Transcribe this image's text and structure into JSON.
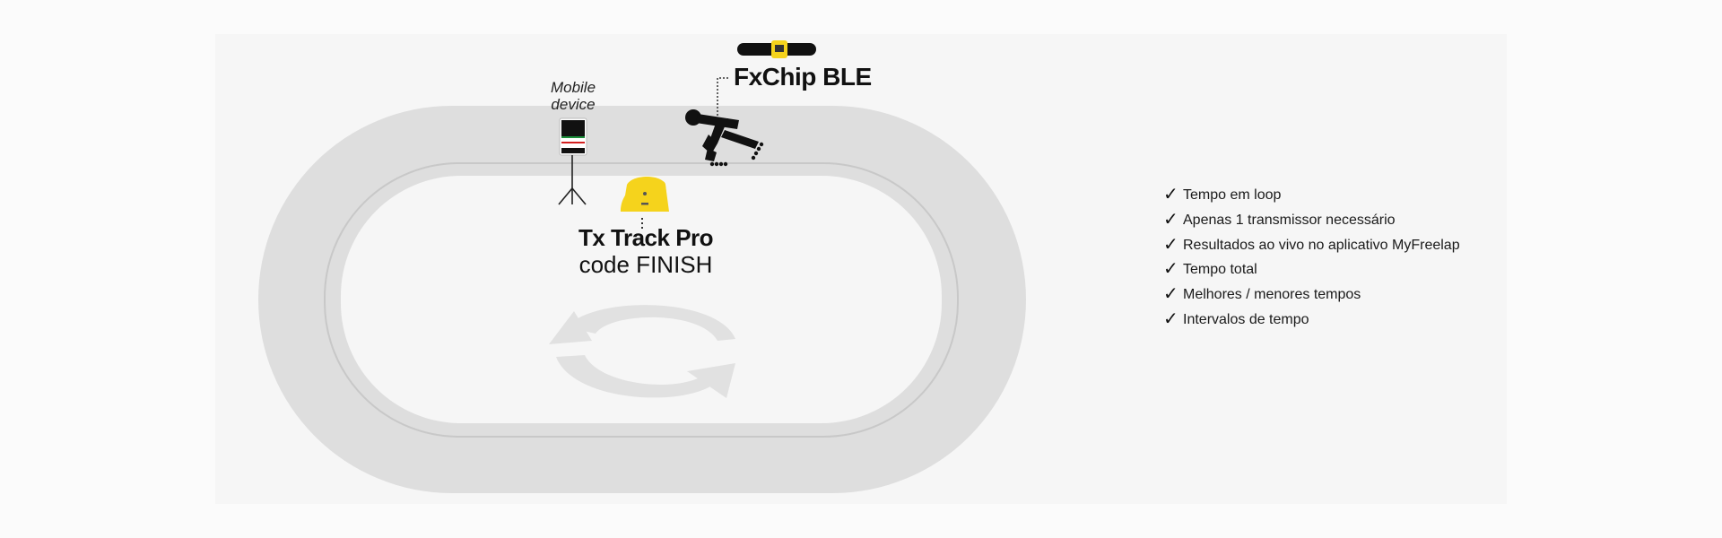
{
  "diagram": {
    "mobile_label_line1": "Mobile",
    "mobile_label_line2": "device",
    "chip_label": "FxChip BLE",
    "tx_label_line1": "Tx Track Pro",
    "tx_label_line2": "code FINISH"
  },
  "features": [
    {
      "icon": "check-icon",
      "label": "Tempo em loop"
    },
    {
      "icon": "check-icon",
      "label": "Apenas 1 transmissor necessário"
    },
    {
      "icon": "check-icon",
      "label": "Resultados ao vivo no aplicativo MyFreelap"
    },
    {
      "icon": "check-icon",
      "label": "Tempo total"
    },
    {
      "icon": "check-icon",
      "label": "Melhores / menores tempos"
    },
    {
      "icon": "check-icon",
      "label": "Intervalos de tempo"
    }
  ],
  "check_glyph": "✓",
  "colors": {
    "track": "#dedede",
    "infield": "#f6f6f6",
    "accent_yellow": "#f5d31c",
    "text": "#111111"
  }
}
